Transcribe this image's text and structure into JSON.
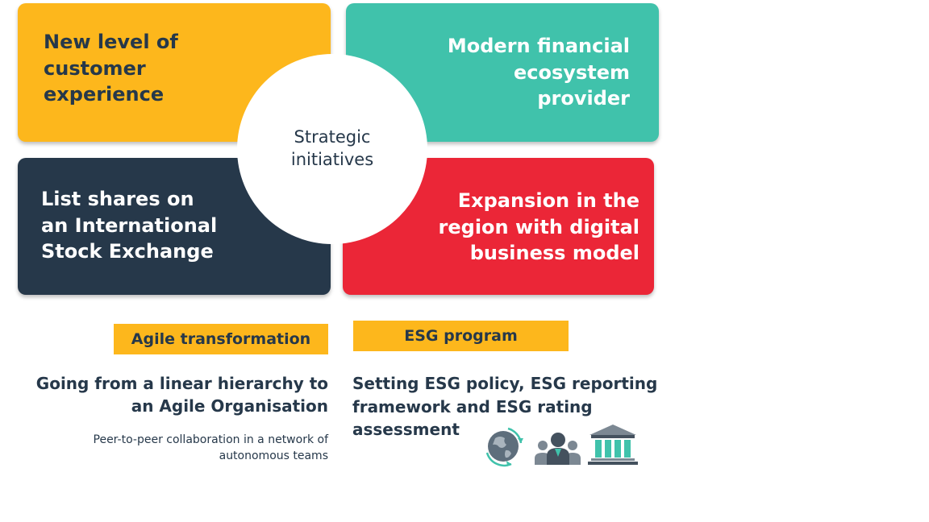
{
  "quadrants": {
    "top_left": [
      "New level of",
      "customer",
      "experience"
    ],
    "top_right": [
      "Modern financial",
      "ecosystem",
      "provider"
    ],
    "bottom_left": [
      "List shares on",
      "an International",
      "Stock Exchange"
    ],
    "bottom_right": [
      "Expansion in the",
      "region with digital",
      "business model"
    ]
  },
  "center": [
    "Strategic",
    "initiatives"
  ],
  "agile": {
    "tag": "Agile transformation",
    "heading": [
      "Going from a linear hierarchy to",
      "an Agile Organisation"
    ],
    "description": [
      "Peer-to-peer collaboration in a network of",
      "autonomous teams"
    ]
  },
  "esg": {
    "tag": "ESG program",
    "heading": [
      "Setting ESG policy, ESG reporting",
      "framework and ESG rating",
      "assessment"
    ],
    "icons": [
      "globe-icon",
      "people-icon",
      "bank-icon"
    ]
  },
  "colors": {
    "yellow": "#FDB71C",
    "teal": "#40C2AB",
    "navy": "#26384A",
    "red": "#EB2637"
  }
}
